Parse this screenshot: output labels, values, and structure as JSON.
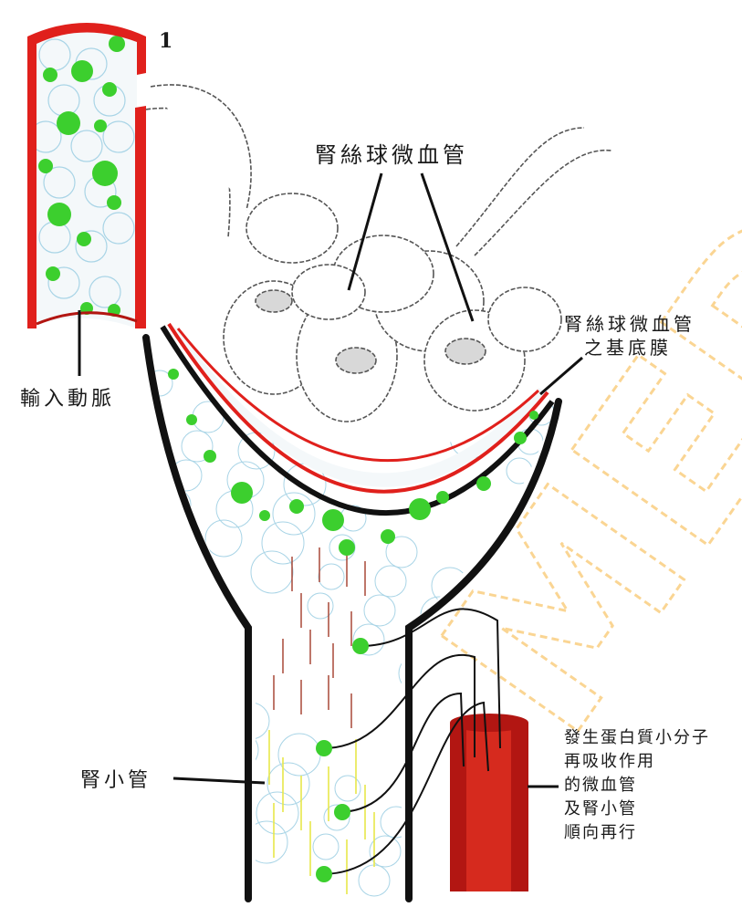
{
  "figure_number": "1",
  "watermark": "MEDICAL",
  "labels": {
    "glomerular_capillary": "腎絲球微血管",
    "basement_membrane_line1": "腎絲球微血管",
    "basement_membrane_line2": "之基底膜",
    "afferent_arteriole": "輸入動脈",
    "renal_tubule": "腎小管",
    "reabsorption_line1": "發生蛋白質小分子",
    "reabsorption_line2": "再吸收作用",
    "reabsorption_line3": "的微血管",
    "reabsorption_line4": "及腎小管",
    "reabsorption_line5": "順向再行"
  },
  "colors": {
    "vessel_red": "#e0201c",
    "vessel_dark_red": "#b21612",
    "protein_green": "#3ccf2e",
    "membrane_black": "#111111",
    "watermark_orange": "#f7b33c",
    "cell_blue": "#a8d4e6",
    "filtrate_yellow": "#e8e84a"
  }
}
